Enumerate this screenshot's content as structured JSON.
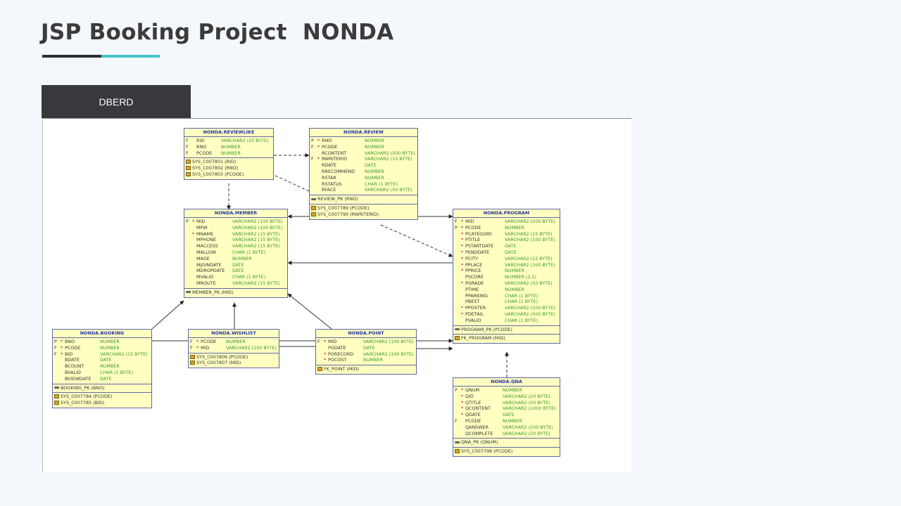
{
  "page": {
    "title": "JSP Booking Project  NONDA"
  },
  "tab": {
    "label": "DBERD"
  },
  "colors": {
    "accent": "#45c4c9",
    "title": "#3b3b3b",
    "tab_bg": "#38393d",
    "table_fill": "#ffffc1",
    "table_header": "#2433a8",
    "datatype": "#3a9a2a"
  },
  "erd": {
    "reviewlike": {
      "name": "NONDA.REVIEWLIKE",
      "cols": [
        [
          "F",
          "",
          "RID",
          "VARCHAR2 (20 BYTE)"
        ],
        [
          "F",
          "",
          "RNO",
          "NUMBER"
        ],
        [
          "F",
          "",
          "PCODE",
          "NUMBER"
        ]
      ],
      "pks": [],
      "fks": [
        "SYS_C007801 (RID)",
        "SYS_C007802 (RNO)",
        "SYS_C007803 (PCODE)"
      ]
    },
    "review": {
      "name": "NONDA.REVIEW",
      "cols": [
        [
          "P",
          "*",
          "RNO",
          "NUMBER"
        ],
        [
          "F",
          "*",
          "PCODE",
          "NUMBER"
        ],
        [
          "",
          "",
          "RCONTENT",
          "VARCHAR2 (500 BYTE)"
        ],
        [
          "F",
          "*",
          "RWRITERID",
          "VARCHAR2 (15 BYTE)"
        ],
        [
          "",
          "",
          "RDATE",
          "DATE"
        ],
        [
          "",
          "",
          "RRECOMMEND",
          "NUMBER"
        ],
        [
          "",
          "",
          "RSTAR",
          "NUMBER"
        ],
        [
          "",
          "",
          "RSTATUS",
          "CHAR (1 BYTE)"
        ],
        [
          "",
          "",
          "RFACE",
          "VARCHAR2 (50 BYTE)"
        ]
      ],
      "pks": [
        "REVIEW_PK (RNO)"
      ],
      "fks": [
        "SYS_C007789 (PCODE)",
        "SYS_C007790 (RWRITERID)"
      ]
    },
    "member": {
      "name": "NONDA.MEMBER",
      "cols": [
        [
          "P",
          "*",
          "MID",
          "VARCHAR2 (100 BYTE)"
        ],
        [
          "",
          "",
          "MPW",
          "VARCHAR2 (100 BYTE)"
        ],
        [
          "",
          "*",
          "MNAME",
          "VARCHAR2 (15 BYTE)"
        ],
        [
          "",
          "",
          "MPHONE",
          "VARCHAR2 (15 BYTE)"
        ],
        [
          "",
          "",
          "MACCESS",
          "VARCHAR2 (15 BYTE)"
        ],
        [
          "",
          "",
          "MALLOW",
          "CHAR (1 BYTE)"
        ],
        [
          "",
          "",
          "MAGE",
          "NUMBER"
        ],
        [
          "",
          "",
          "MJOINDATE",
          "DATE"
        ],
        [
          "",
          "",
          "MDROPDATE",
          "DATE"
        ],
        [
          "",
          "",
          "MVALID",
          "CHAR (1 BYTE)"
        ],
        [
          "",
          "",
          "MROUTE",
          "VARCHAR2 (15 BYTE)"
        ]
      ],
      "pks": [
        "MEMBER_PK (MID)"
      ],
      "fks": []
    },
    "program": {
      "name": "NONDA.PROGRAM",
      "cols": [
        [
          "F",
          "*",
          "MID",
          "VARCHAR2 (100 BYTE)"
        ],
        [
          "P",
          "*",
          "PCODE",
          "NUMBER"
        ],
        [
          "",
          "*",
          "PCATEGORY",
          "VARCHAR2 (15 BYTE)"
        ],
        [
          "",
          "*",
          "PTITLE",
          "VARCHAR2 (100 BYTE)"
        ],
        [
          "",
          "*",
          "PSTARTDATE",
          "DATE"
        ],
        [
          "",
          "*",
          "PENDDATE",
          "DATE"
        ],
        [
          "",
          "*",
          "PCITY",
          "VARCHAR2 (15 BYTE)"
        ],
        [
          "",
          "*",
          "PPLACE",
          "VARCHAR2 (100 BYTE)"
        ],
        [
          "",
          "*",
          "PPRICE",
          "NUMBER"
        ],
        [
          "",
          "",
          "PSCORE",
          "NUMBER (2,1)"
        ],
        [
          "",
          "*",
          "PGRADE",
          "VARCHAR2 (50 BYTE)"
        ],
        [
          "",
          "",
          "PTIME",
          "NUMBER"
        ],
        [
          "",
          "",
          "PPARKING",
          "CHAR (1 BYTE)"
        ],
        [
          "",
          "",
          "PBEST",
          "CHAR (1 BYTE)"
        ],
        [
          "",
          "*",
          "PPOSTER",
          "VARCHAR2 (100 BYTE)"
        ],
        [
          "",
          "*",
          "PDETAIL",
          "VARCHAR2 (500 BYTE)"
        ],
        [
          "",
          "",
          "PVALID",
          "CHAR (1 BYTE)"
        ]
      ],
      "pks": [
        "PROGRAM_PK (PCODE)"
      ],
      "fks": [
        "FK_PROGRAM (MID)"
      ]
    },
    "booking": {
      "name": "NONDA.BOOKING",
      "cols": [
        [
          "P",
          "*",
          "BNO",
          "NUMBER"
        ],
        [
          "F",
          "*",
          "PCODE",
          "NUMBER"
        ],
        [
          "F",
          "*",
          "BID",
          "VARCHAR2 (15 BYTE)"
        ],
        [
          "",
          "",
          "BDATE",
          "DATE"
        ],
        [
          "",
          "",
          "BCOUNT",
          "NUMBER"
        ],
        [
          "",
          "",
          "BVALID",
          "CHAR (1 BYTE)"
        ],
        [
          "",
          "",
          "BVIEWDATE",
          "DATE"
        ]
      ],
      "pks": [
        "BOOKING_PK (BNO)"
      ],
      "fks": [
        "SYS_C007784 (PCODE)",
        "SYS_C007785 (BID)"
      ]
    },
    "wishlist": {
      "name": "NONDA.WISHLIST",
      "cols": [
        [
          "F",
          "*",
          "PCODE",
          "NUMBER"
        ],
        [
          "F",
          "*",
          "MID",
          "VARCHAR2 (100 BYTE)"
        ]
      ],
      "pks": [],
      "fks": [
        "SYS_C007806 (PCODE)",
        "SYS_C007807 (MID)"
      ]
    },
    "point": {
      "name": "NONDA.POINT",
      "cols": [
        [
          "F",
          "*",
          "MID",
          "VARCHAR2 (100 BYTE)"
        ],
        [
          "",
          "",
          "PODATE",
          "DATE"
        ],
        [
          "",
          "*",
          "PORECORD",
          "VARCHAR2 (100 BYTE)"
        ],
        [
          "",
          "*",
          "POCOST",
          "NUMBER"
        ]
      ],
      "pks": [],
      "fks": [
        "FK_POINT (MID)"
      ]
    },
    "qna": {
      "name": "NONDA.QNA",
      "cols": [
        [
          "P",
          "*",
          "QNUM",
          "NUMBER"
        ],
        [
          "",
          "*",
          "QID",
          "VARCHAR2 (20 BYTE)"
        ],
        [
          "",
          "*",
          "QTITLE",
          "VARCHAR2 (50 BYTE)"
        ],
        [
          "",
          "*",
          "QCONTENT",
          "VARCHAR2 (1000 BYTE)"
        ],
        [
          "",
          "*",
          "QDATE",
          "DATE"
        ],
        [
          "F",
          "",
          "PCODE",
          "NUMBER"
        ],
        [
          "",
          "",
          "QANSWER",
          "VARCHAR2 (200 BYTE)"
        ],
        [
          "",
          "",
          "QCOMPLETE",
          "VARCHAR2 (20 BYTE)"
        ]
      ],
      "pks": [
        "QNA_PK (QNUM)"
      ],
      "fks": [
        "SYS_C007798 (PCODE)"
      ]
    }
  }
}
